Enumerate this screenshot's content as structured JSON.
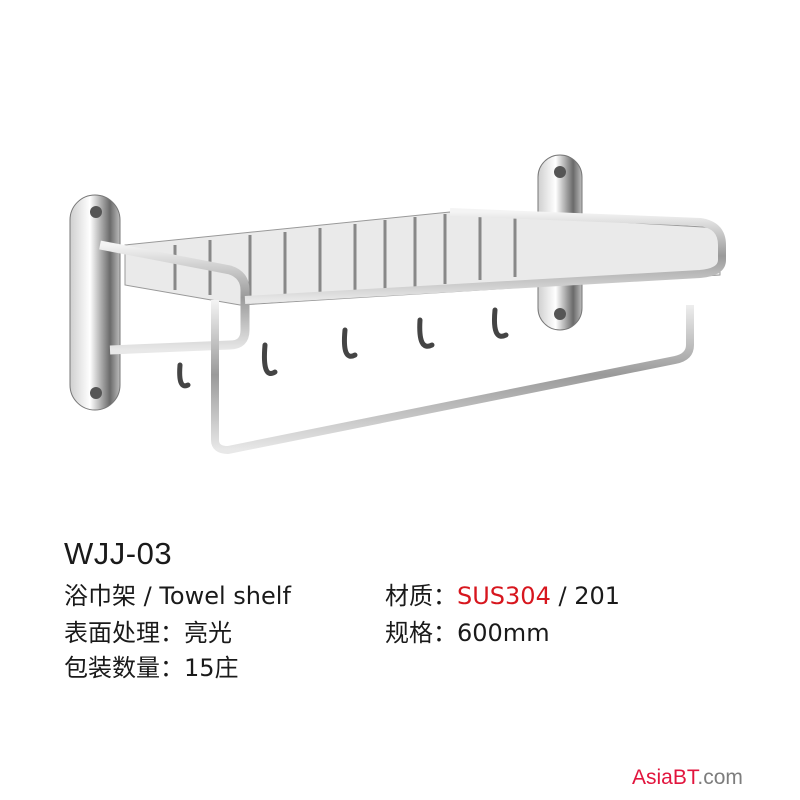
{
  "product": {
    "model": "WJJ-03",
    "name": "浴巾架 / Towel shelf",
    "finish_label": "表面处理：",
    "finish_value": "亮光",
    "package_label": "包装数量：",
    "package_value": "15庄",
    "material_label": "材质：",
    "material_primary": "SUS304",
    "material_secondary": " / 201",
    "size_label": "规格：",
    "size_value": "600mm"
  },
  "watermark": {
    "brand": "AsiaBT",
    "suffix": ".com"
  },
  "colors": {
    "accent": "#d7161e",
    "watermark_red": "#e2143d",
    "watermark_gray": "#7d7d7d"
  }
}
